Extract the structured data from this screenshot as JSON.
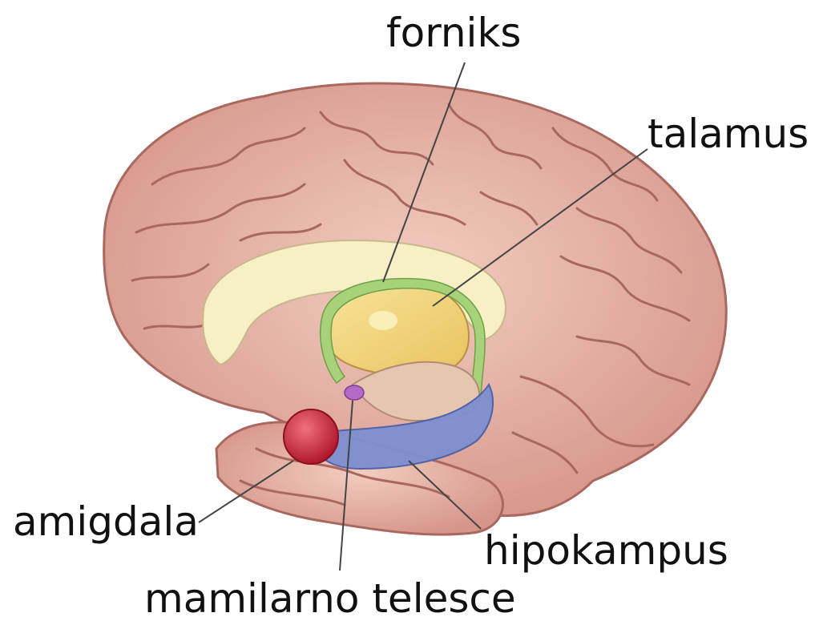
{
  "labels": {
    "fornix": "forniks",
    "thalamus": "talamus",
    "amygdala": "amigdala",
    "hippocampus": "hipokampus",
    "mammillary_body": "mamilarno telesce"
  },
  "colors": {
    "cortex": "#e3a89a",
    "cortex_light": "#f2cdc0",
    "sulcus": "#a9685f",
    "corpus_callosum": "#f7f0c6",
    "fornix": "#a7d27a",
    "thalamus": "#f2d37a",
    "hippocampus": "#7d8fd0",
    "amygdala": "#d6283e",
    "mammillary_body": "#b46ac8",
    "leader_line": "#444444"
  }
}
